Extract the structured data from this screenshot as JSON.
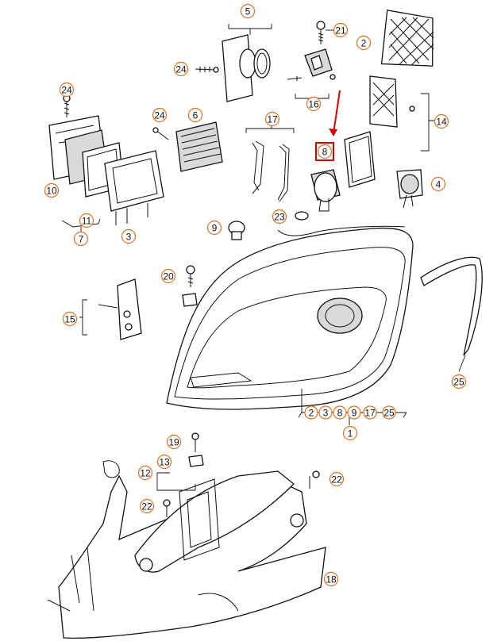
{
  "diagram": {
    "title": "",
    "highlighted_part": "8",
    "callouts": [
      {
        "id": "c5",
        "label": "5"
      },
      {
        "id": "c21",
        "label": "21"
      },
      {
        "id": "c2top",
        "label": "2"
      },
      {
        "id": "c24a",
        "label": "24"
      },
      {
        "id": "c24b",
        "label": "24"
      },
      {
        "id": "c24c",
        "label": "24"
      },
      {
        "id": "c16",
        "label": "16"
      },
      {
        "id": "c14",
        "label": "14"
      },
      {
        "id": "c6",
        "label": "6"
      },
      {
        "id": "c17",
        "label": "17"
      },
      {
        "id": "c8",
        "label": "8"
      },
      {
        "id": "c10",
        "label": "10"
      },
      {
        "id": "c11",
        "label": "11"
      },
      {
        "id": "c7",
        "label": "7"
      },
      {
        "id": "c3",
        "label": "3"
      },
      {
        "id": "c4",
        "label": "4"
      },
      {
        "id": "c23",
        "label": "23"
      },
      {
        "id": "c9",
        "label": "9"
      },
      {
        "id": "c20",
        "label": "20"
      },
      {
        "id": "c15",
        "label": "15"
      },
      {
        "id": "c25",
        "label": "25"
      },
      {
        "id": "c19",
        "label": "19"
      },
      {
        "id": "c13",
        "label": "13"
      },
      {
        "id": "c12",
        "label": "12"
      },
      {
        "id": "c22a",
        "label": "22"
      },
      {
        "id": "c22b",
        "label": "22"
      },
      {
        "id": "c18",
        "label": "18"
      },
      {
        "id": "c1",
        "label": "1"
      }
    ],
    "assembly_group": [
      "2",
      "3",
      "8",
      "9",
      "17",
      "25"
    ]
  },
  "colors": {
    "callout_ring": "#e07020",
    "highlight": "#d40000",
    "line": "#111111"
  }
}
